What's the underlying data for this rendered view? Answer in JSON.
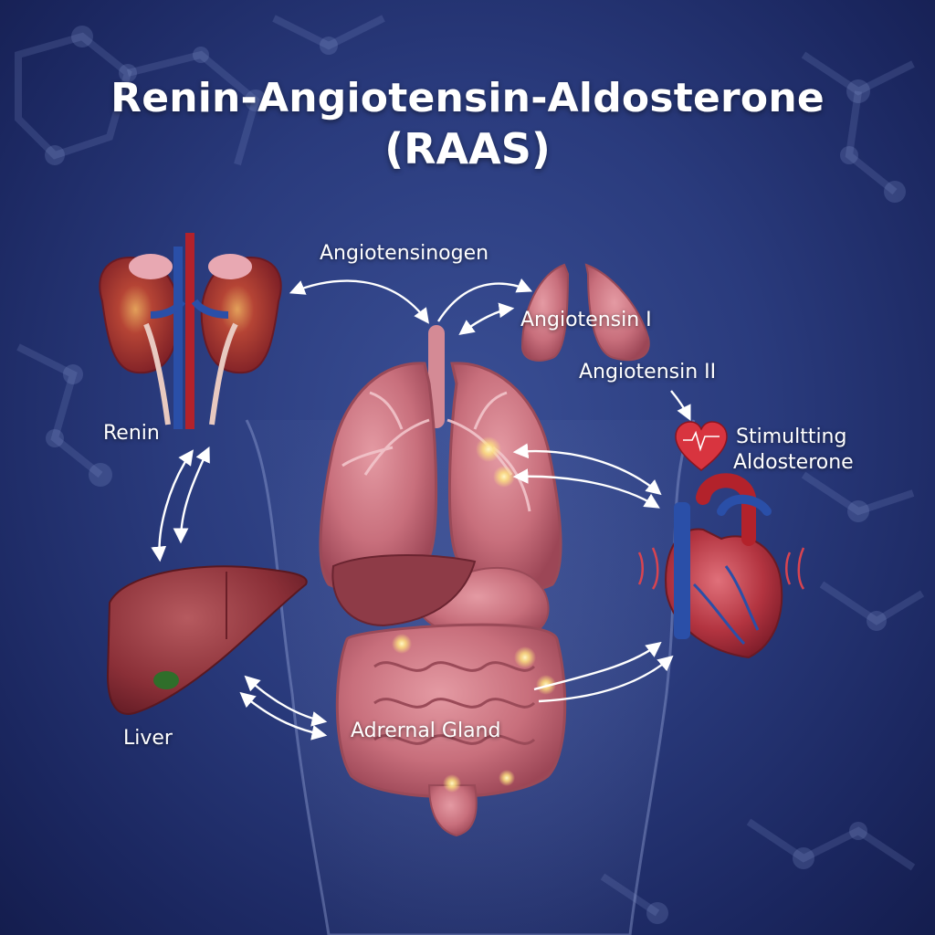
{
  "title": {
    "line1": "Renin-Angiotensin-Aldosterone",
    "line2": "(RAAS)"
  },
  "labels": {
    "angiotensinogen": "Angiotensinogen",
    "angiotensin_1": "Angiotensin I",
    "angiotensin_2": "Angiotensin II",
    "renin": "Renin",
    "stimulating_line1": "Stimultting",
    "stimulating_line2": "Aldosterone",
    "liver": "Liver",
    "adrenal_gland": "Adrernal Gland"
  },
  "colors": {
    "background": "#233374",
    "organ_pink": "#c9707c",
    "organ_dark": "#8e2f3c",
    "vessel_blue": "#2a4fa8",
    "vessel_red": "#b3222b",
    "glow": "#ffe680",
    "text": "#ffffff"
  },
  "icons": [
    "kidneys",
    "lungs-small",
    "lungs-large",
    "trachea",
    "liver",
    "stomach",
    "intestines",
    "heart",
    "heart-icon",
    "molecule-network"
  ]
}
